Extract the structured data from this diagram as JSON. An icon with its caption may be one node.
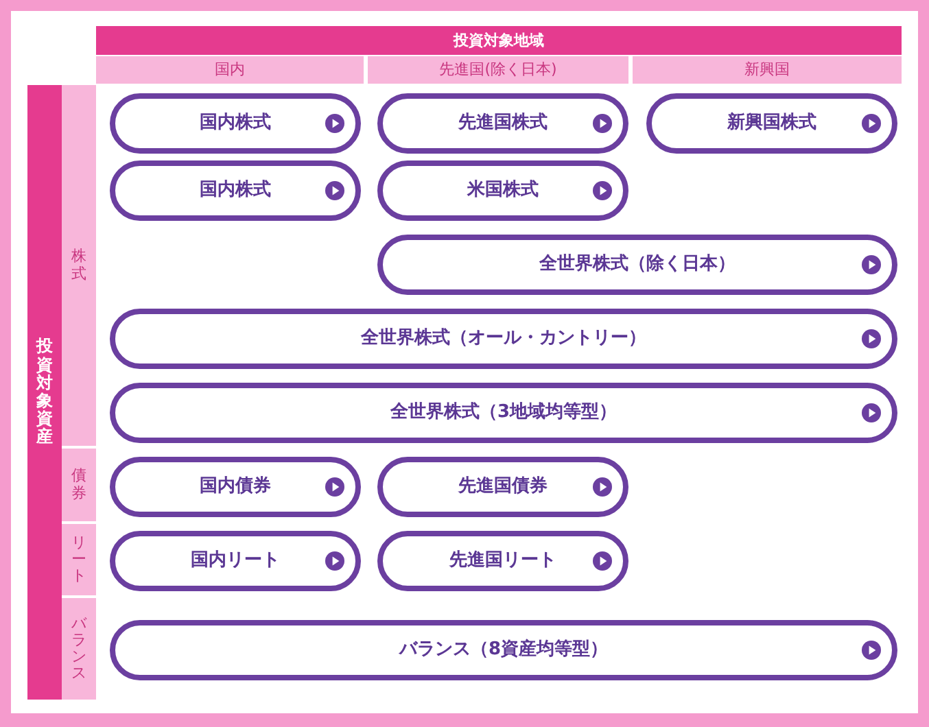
{
  "diagram": {
    "nodes": [
      {
        "text": [
          "投資対象地域"
        ]
      },
      {
        "text": [
          "国内"
        ]
      },
      {
        "text": [
          "先進国(除く日本)"
        ]
      },
      {
        "text": [
          "新興国"
        ]
      },
      {
        "text": [
          "投資対象資産"
        ]
      },
      {
        "text": [
          "株式"
        ]
      },
      {
        "text": [
          "債券"
        ]
      },
      {
        "text": [
          "リート"
        ]
      },
      {
        "text": [
          "バランス"
        ]
      },
      {
        "text": [
          "国内株式"
        ]
      },
      {
        "text": [
          "先進国株式"
        ]
      },
      {
        "text": [
          "新興国株式"
        ]
      },
      {
        "text": [
          "国内株式"
        ]
      },
      {
        "text": [
          "米国株式"
        ]
      },
      {
        "text": [
          "全世界株式（除く日本）"
        ]
      },
      {
        "text": [
          "全世界株式（オール・カントリー）"
        ]
      },
      {
        "text": [
          "全世界株式（3地域均等型）"
        ]
      },
      {
        "text": [
          "国内債券"
        ]
      },
      {
        "text": [
          "先進国債券"
        ]
      },
      {
        "text": [
          "国内リート"
        ]
      },
      {
        "text": [
          "先進国リート"
        ]
      },
      {
        "text": [
          "バランス（8資産均等型）"
        ]
      }
    ]
  }
}
